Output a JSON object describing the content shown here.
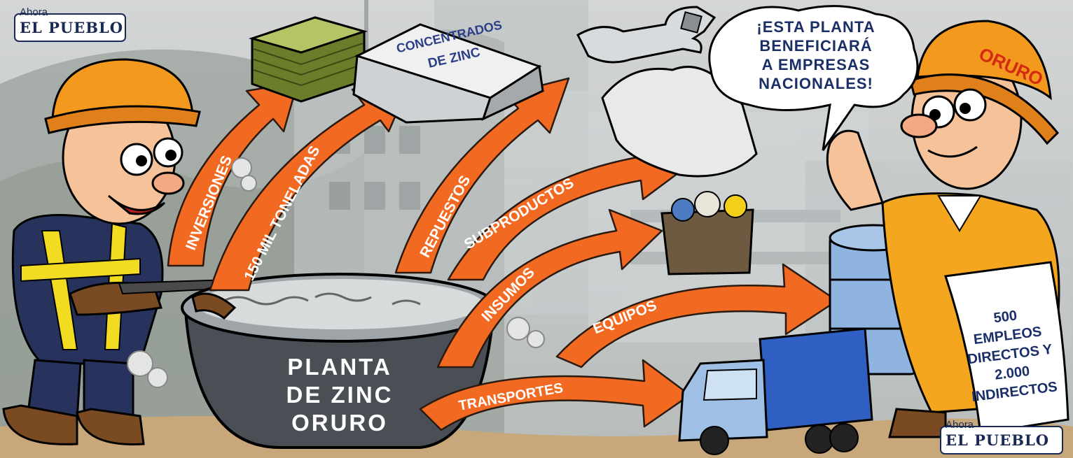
{
  "logo": {
    "small": "Ahora",
    "main": "EL PUEBLO"
  },
  "plant": {
    "line1": "PLANTA",
    "line2": "DE ZINC",
    "line3": "ORURO"
  },
  "arrows": {
    "inversiones": "INVERSIONES",
    "toneladas": "150 MIL TONELADAS",
    "repuestos": "REPUESTOS",
    "subproductos": "SUBPRODUCTOS",
    "insumos": "INSUMOS",
    "equipos": "EQUIPOS",
    "transportes": "TRANSPORTES"
  },
  "ingot": {
    "line1": "CONCENTRADOS",
    "line2": "DE ZINC"
  },
  "speech": {
    "line1": "¡ESTA PLANTA",
    "line2": "BENEFICIARÁ",
    "line3": "A EMPRESAS",
    "line4": "NACIONALES!"
  },
  "helmet_label": "ORURO",
  "sign": {
    "line1": "500",
    "line2": "EMPLEOS",
    "line3": "DIRECTOS Y",
    "line4": "2.000",
    "line5": "INDIRECTOS"
  },
  "colors": {
    "arrow": "#f26a22",
    "navy": "#1a2f68",
    "helmet": "#f39a1e"
  }
}
